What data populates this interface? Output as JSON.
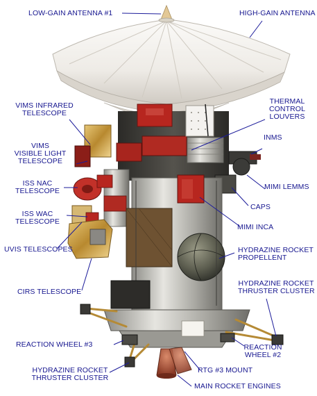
{
  "colors": {
    "label": "#16168F",
    "leader": "#1B1B9A",
    "dish": "#F3F1EE",
    "gold_foil": "#C9A24A",
    "red_box": "#B7261F",
    "bus_dark": "#3B3A36",
    "silver": "#B9B9B4"
  },
  "labels": {
    "lga1": "LOW-GAIN ANTENNA #1",
    "hga": "HIGH-GAIN ANTENNA",
    "vims_ir_1": "VIMS INFRARED",
    "vims_ir_2": "TELESCOPE",
    "thermal_1": "THERMAL",
    "thermal_2": "CONTROL",
    "thermal_3": "LOUVERS",
    "vims_vis_1": "VIMS",
    "vims_vis_2": "VISIBLE LIGHT",
    "vims_vis_3": "TELESCOPE",
    "inms": "INMS",
    "iss_nac_1": "ISS NAC",
    "iss_nac_2": "TELESCOPE",
    "mimi_lemms": "MIMI LEMMS",
    "caps": "CAPS",
    "iss_wac_1": "ISS WAC",
    "iss_wac_2": "TELESCOPE",
    "mimi_inca": "MIMI INCA",
    "hydrazine_prop_1": "HYDRAZINE ROCKET",
    "hydrazine_prop_2": "PROPELLENT",
    "uvis": "UVIS TELESCOPES",
    "cirs": "CIRS TELESCOPE",
    "hydrazine_thr_r_1": "HYDRAZINE ROCKET",
    "hydrazine_thr_r_2": "THRUSTER CLUSTER",
    "rw3": "REACTION WHEEL #3",
    "rw2_1": "REACTION",
    "rw2_2": "WHEEL #2",
    "hydrazine_thr_l_1": "HYDRAZINE ROCKET",
    "hydrazine_thr_l_2": "THRUSTER CLUSTER",
    "rtg3": "RTG #3 MOUNT",
    "main_engines": "MAIN ROCKET ENGINES"
  }
}
